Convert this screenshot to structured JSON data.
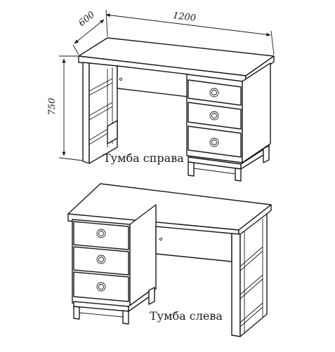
{
  "dimensions": {
    "width": "1200",
    "depth": "600",
    "height": "750"
  },
  "variants": [
    {
      "caption": "Тумба справа"
    },
    {
      "caption": "Тумба слева"
    }
  ]
}
